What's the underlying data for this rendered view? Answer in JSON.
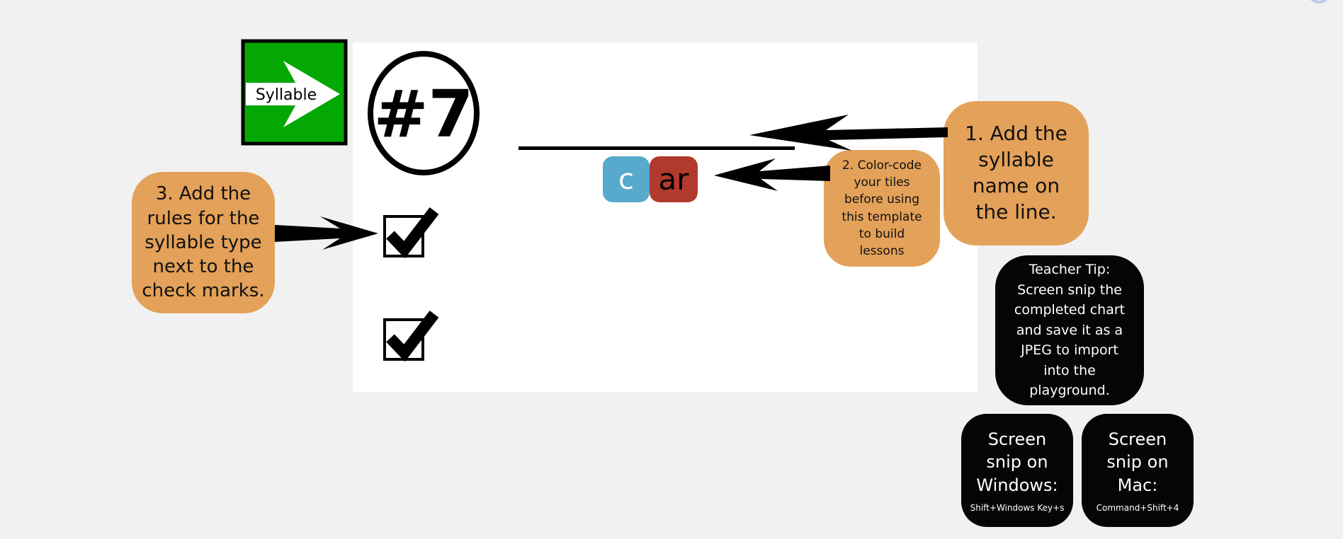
{
  "slide": {
    "background_color": "#f1f1f2",
    "canvas_color": "#ffffff"
  },
  "stamp": {
    "label": "Syllable",
    "color": "#04a804"
  },
  "badge": {
    "label": "#7"
  },
  "tiles": [
    {
      "text": "c",
      "bg": "#57aacb",
      "fg": "#ffffff"
    },
    {
      "text": "ar",
      "bg": "#b13a2d",
      "fg": "#000000"
    }
  ],
  "checkboxes": [
    {
      "checked": true
    },
    {
      "checked": true
    }
  ],
  "callouts": {
    "accent_color": "#e3a159",
    "step1": {
      "text": "1. Add the\nsyllable\nname on\nthe line."
    },
    "step2": {
      "text": "2. Color-code\nyour tiles\nbefore using\nthis template\nto build\nlessons"
    },
    "step3": {
      "text": "3. Add the\nrules for the\nsyllable type\nnext to the\ncheck marks."
    }
  },
  "tips": {
    "box_color": "#050505",
    "teacher_tip": {
      "text": "Teacher Tip:\nScreen snip the\ncompleted chart\nand save it as a\nJPEG to import\ninto the\nplayground."
    },
    "windows": {
      "title": "Screen\nsnip on\nWindows:",
      "shortcut": "Shift+Windows Key+s"
    },
    "mac": {
      "title": "Screen\nsnip on\nMac:",
      "shortcut": "Command+Shift+4"
    }
  }
}
